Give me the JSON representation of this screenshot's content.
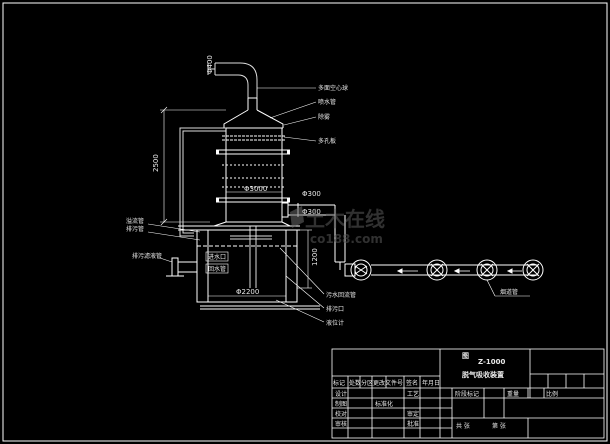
{
  "labels": {
    "top_pipe_dim": "Φ400",
    "multi_cone": "多面空心球",
    "spray_pipe": "喷水管",
    "demister": "除雾",
    "packing": "多孔板",
    "tower_dia": "Φ3000",
    "outlet_dia": "Φ300",
    "height_dim": "2500",
    "tank_height": "1200",
    "tank_width": "Φ2200",
    "overflow": "溢流管",
    "drain": "排污管",
    "sludge": "排污滤液管",
    "inlet": "进水口",
    "return_pipe": "回水管",
    "feed_pipe": "污水回流管",
    "drain_port": "排污口",
    "level_gauge": "液位计",
    "flue_pipe": "烟道管",
    "watermark_cn": "土木在线",
    "watermark_en": "co188.com"
  },
  "title_block": {
    "drawing_no": "图",
    "code": "Z-1000",
    "title": "脱气吸收装置",
    "rev_headers": [
      "标记",
      "处数",
      "分区",
      "更改文件号",
      "签名",
      "年月日"
    ],
    "rows": [
      "设计",
      "制图",
      "校对",
      "审核"
    ],
    "row_b": [
      "标准化",
      "",
      "工艺",
      "",
      "审定",
      "",
      "批准"
    ],
    "stage": "阶段标记",
    "weight": "重量",
    "scale": "比例",
    "sheets": "共  张",
    "sheet": "第  张"
  },
  "colors": {
    "line": "#ffffff",
    "accent_yellow": "#ffff66",
    "pipe": "#cfcfcf"
  }
}
